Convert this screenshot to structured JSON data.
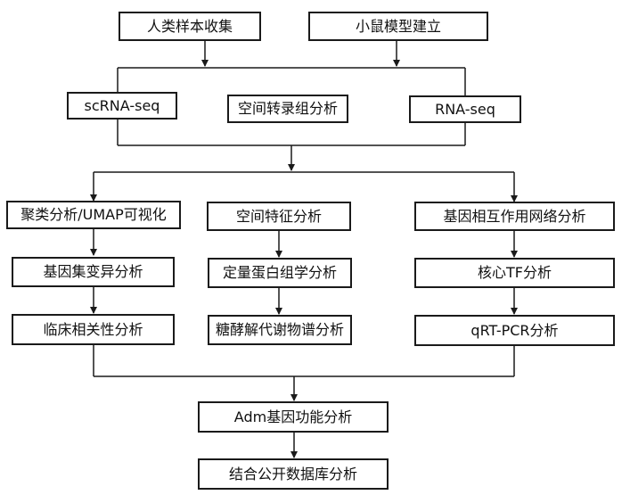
{
  "nodes": {
    "human_sample": "人类样本收集",
    "mouse_model": "小鼠模型建立",
    "scrna_seq": "scRNA-seq",
    "spatial_transcriptome": "空间转录组分析",
    "rna_seq": "RNA-seq",
    "clustering_umap": "聚类分析/UMAP可视化",
    "gene_set_variation": "基因集变异分析",
    "clinical_correlation": "临床相关性分析",
    "spatial_feature": "空间特征分析",
    "quantitative_proteomics": "定量蛋白组学分析",
    "glycolysis_metabolome": "糖酵解代谢物谱分析",
    "gene_interaction_network": "基因相互作用网络分析",
    "core_tf": "核心TF分析",
    "qrt_pcr": "qRT-PCR分析",
    "adm_function": "Adm基因功能分析",
    "public_database": "结合公开数据库分析"
  }
}
